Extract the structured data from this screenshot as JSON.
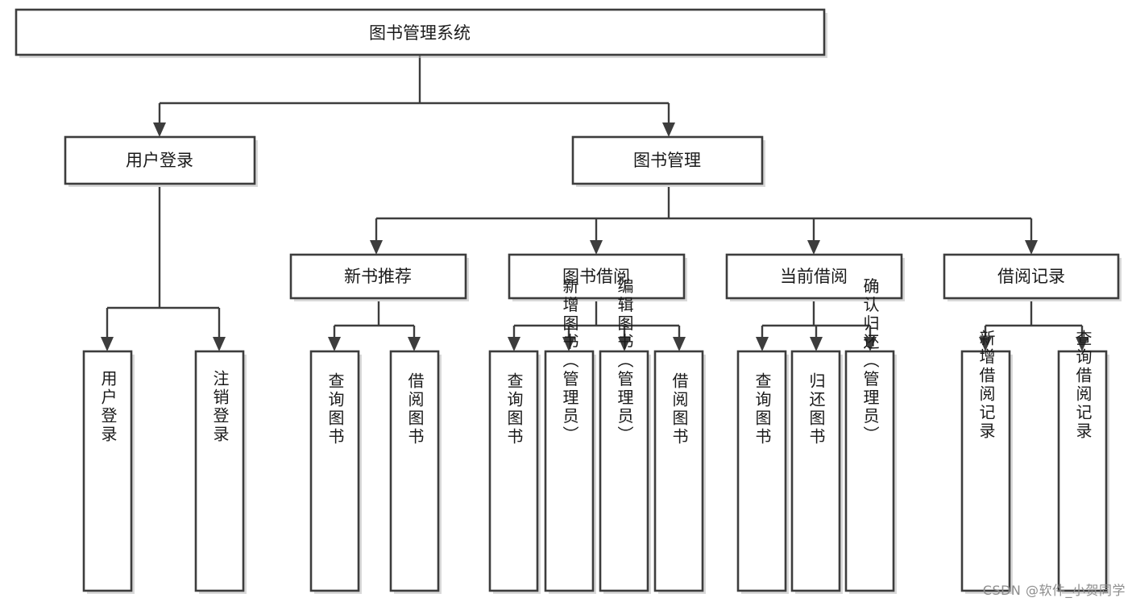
{
  "diagram": {
    "type": "tree",
    "title": "图书管理系统",
    "orientation": "top-down",
    "colors": {
      "box_fill": "#ffffff",
      "box_stroke": "#3d3d3d",
      "connector": "#3d3d3d",
      "text": "#1a1a1a",
      "watermark": "#8d8d8d",
      "background": "#ffffff"
    },
    "root": {
      "label": "图书管理系统",
      "level": 0,
      "orientation": "horizontal"
    },
    "level1": [
      {
        "label": "用户登录",
        "orientation": "horizontal"
      },
      {
        "label": "图书管理",
        "orientation": "horizontal"
      }
    ],
    "level2": [
      {
        "label": "新书推荐",
        "orientation": "horizontal",
        "parent": "图书管理"
      },
      {
        "label": "图书借阅",
        "orientation": "horizontal",
        "parent": "图书管理"
      },
      {
        "label": "当前借阅",
        "orientation": "horizontal",
        "parent": "图书管理"
      },
      {
        "label": "借阅记录",
        "orientation": "horizontal",
        "parent": "图书管理"
      }
    ],
    "leaves": {
      "用户登录": [
        {
          "label": "用户登录",
          "orientation": "vertical"
        },
        {
          "label": "注销登录",
          "orientation": "vertical"
        }
      ],
      "新书推荐": [
        {
          "label": "查询图书",
          "orientation": "vertical"
        },
        {
          "label": "借阅图书",
          "orientation": "vertical"
        }
      ],
      "图书借阅": [
        {
          "label": "查询图书",
          "orientation": "vertical"
        },
        {
          "label": "新增图书（管理员）",
          "orientation": "vertical"
        },
        {
          "label": "编辑图书（管理员）",
          "orientation": "vertical"
        },
        {
          "label": "借阅图书",
          "orientation": "vertical"
        }
      ],
      "当前借阅": [
        {
          "label": "查询图书",
          "orientation": "vertical"
        },
        {
          "label": "归还图书",
          "orientation": "vertical"
        },
        {
          "label": "确认归还（管理员）",
          "orientation": "vertical"
        }
      ],
      "借阅记录": [
        {
          "label": "新增借阅记录",
          "orientation": "vertical"
        },
        {
          "label": "查询借阅记录",
          "orientation": "vertical"
        }
      ]
    }
  },
  "watermark": {
    "text": "CSDN @软件_小贺同学"
  }
}
